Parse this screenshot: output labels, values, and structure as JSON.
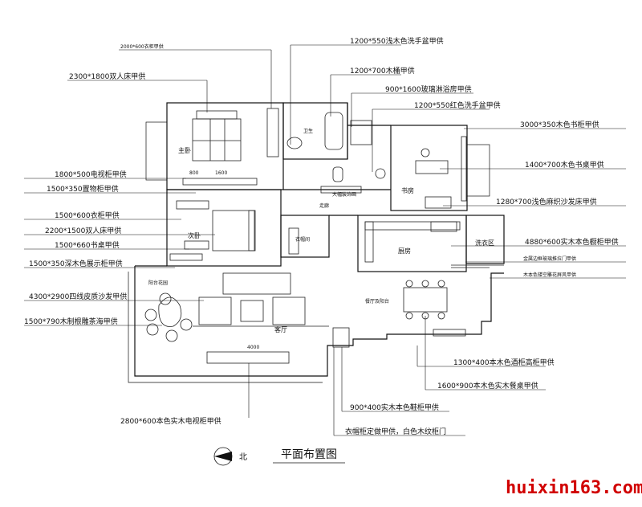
{
  "title": "平面布置图",
  "north_label": "北",
  "watermark": "huixin163.com",
  "rooms": {
    "master_bedroom": "主卧",
    "second_bedroom": "次卧",
    "study": "书房",
    "kitchen": "厨房",
    "laundry": "洗衣区",
    "living": "客厅",
    "dining": "餐厅及阳台",
    "balcony_garden": "阳台花园",
    "corridor": "走廊",
    "bathroom": "卫生",
    "wardrobe": "衣帽间",
    "decor_wall": "大幅装饰画",
    "dim_tv": "4000",
    "dim_bed": "1600",
    "dim_small": "800"
  },
  "labels": [
    "2000*600衣柜甲供",
    "2300*1800双人床甲供",
    "1800*500电视柜甲供",
    "1500*350置物柜甲供",
    "1500*600衣柜甲供",
    "2200*1500双人床甲供",
    "1500*660书桌甲供",
    "1500*350深木色展示柜甲供",
    "4300*2900四线皮质沙发甲供",
    "1500*790木制根雕茶海甲供",
    "2800*600本色实木电视柜甲供",
    "1200*550浅木色洗手盆甲供",
    "1200*700木桶甲供",
    "900*1600玻璃淋浴房甲供",
    "1200*550红色洗手盆甲供",
    "3000*350木色书柜甲供",
    "1400*700木色书桌甲供",
    "1280*700浅色麻织沙发床甲供",
    "4880*600实木本色橱柜甲供",
    "金属边框玻璃推拉门甲供",
    "木本色镂空雕花屏风甲供",
    "1300*400本木色酒柜高柜甲供",
    "1600*900本木色实木餐桌甲供",
    "900*400实木本色鞋柜甲供",
    "衣帽柜定做甲供，白色木纹柜门"
  ]
}
